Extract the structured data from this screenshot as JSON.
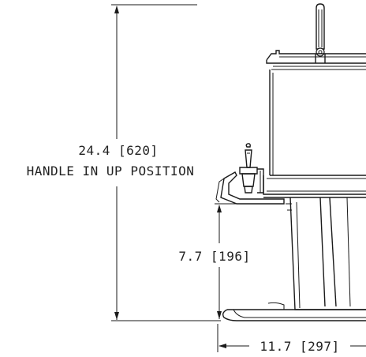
{
  "dimensions": {
    "overall_height": "24.4 [620]",
    "overall_height_note": "HANDLE IN UP POSITION",
    "spout_height": "7.7 [196]",
    "base_depth": "11.7 [297]"
  }
}
